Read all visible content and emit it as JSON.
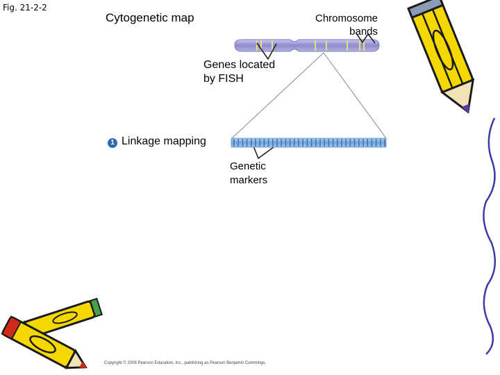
{
  "figure": {
    "label": "Fig. 21-2-2",
    "title": "Cytogenetic map",
    "chromosome_bands_label_1": "Chromosome",
    "chromosome_bands_label_2": "bands",
    "genes_fish_label_1": "Genes located",
    "genes_fish_label_2": "by FISH",
    "step_number": "1",
    "linkage_label": "Linkage mapping",
    "genetic_markers_label_1": "Genetic",
    "genetic_markers_label_2": "markers",
    "copyright": "Copyright © 2008 Pearson Education, Inc., publishing as Pearson Benjamin Cummings."
  },
  "colors": {
    "chromosome_body": "#9a98d8",
    "chromosome_band": "#e8e07a",
    "linkage_bar": "#7fb7e8",
    "linkage_marker": "#5a6aa8",
    "pencil_yellow": "#f5d800",
    "pencil_red": "#d22a1a",
    "pencil_outline": "#1a1a1a"
  }
}
